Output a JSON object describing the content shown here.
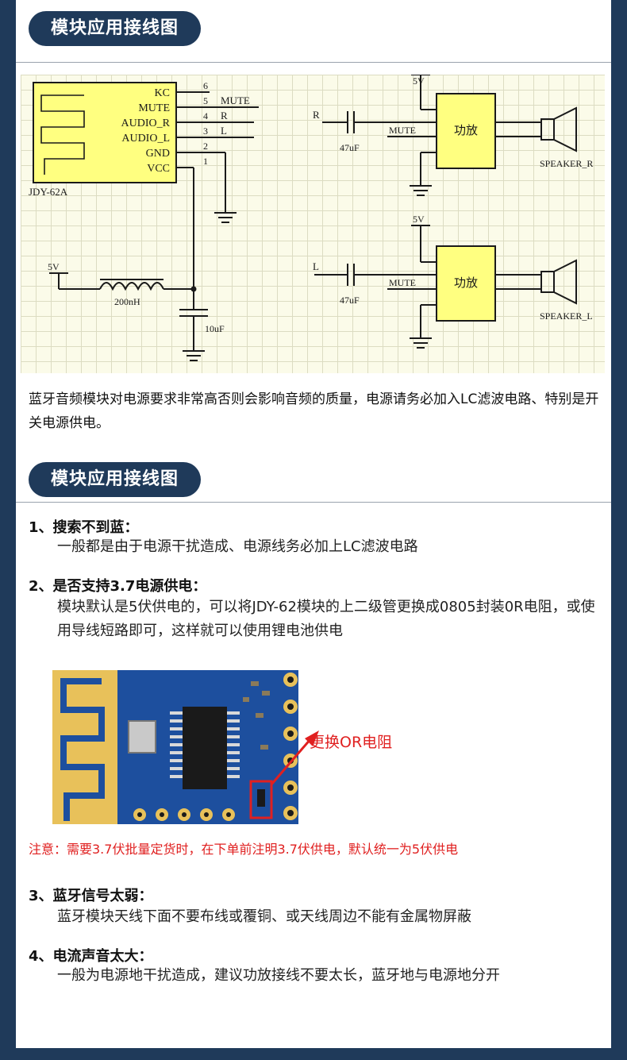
{
  "section1": {
    "title": "模块应用接线图"
  },
  "schematic": {
    "module_name": "JDY-62A",
    "pins": [
      {
        "num": "6",
        "label": "KC",
        "signal": ""
      },
      {
        "num": "5",
        "label": "MUTE",
        "signal": "MUTE"
      },
      {
        "num": "4",
        "label": "AUDIO_R",
        "signal": "R"
      },
      {
        "num": "3",
        "label": "AUDIO_L",
        "signal": "L"
      },
      {
        "num": "2",
        "label": "GND",
        "signal": ""
      },
      {
        "num": "1",
        "label": "VCC",
        "signal": ""
      }
    ],
    "supply": "5V",
    "inductor": "200nH",
    "capacitor": "10uF",
    "amp_r": {
      "supply": "5V",
      "input": "R",
      "cap": "47uF",
      "mute": "MUTE",
      "amp": "功放",
      "speaker": "SPEAKER_R"
    },
    "amp_l": {
      "supply": "5V",
      "input": "L",
      "cap": "47uF",
      "mute": "MUTE",
      "amp": "功放",
      "speaker": "SPEAKER_L"
    }
  },
  "description": "蓝牙音频模块对电源要求非常高否则会影响音频的质量，电源请务必加入LC滤波电路、特别是开关电源供电。",
  "section2": {
    "title": "模块应用接线图"
  },
  "faq": [
    {
      "title": "1、搜索不到蓝：",
      "body": "一般都是由于电源干扰造成、电源线务必加上LC滤波电路"
    },
    {
      "title": "2、是否支持3.7电源供电：",
      "body": "模块默认是5伏供电的，可以将JDY-62模块的上二级管更换成0805封装0R电阻，或使用导线短路即可，这样就可以使用锂电池供电"
    },
    {
      "title": "3、蓝牙信号太弱：",
      "body": "蓝牙模块天线下面不要布线或覆铜、或天线周边不能有金属物屏蔽"
    },
    {
      "title": "4、电流声音太大：",
      "body": "一般为电源地干扰造成，建议功放接线不要太长，蓝牙地与电源地分开"
    }
  ],
  "callout": "更换OR电阻",
  "note": "注意：需要3.7伏批量定货时，在下单前注明3.7伏供电，默认统一为5伏供电",
  "colors": {
    "navy": "#1f3a5a",
    "warning": "#e02020",
    "pcb_blue": "#1d4f9e",
    "gold": "#e8c15a"
  }
}
